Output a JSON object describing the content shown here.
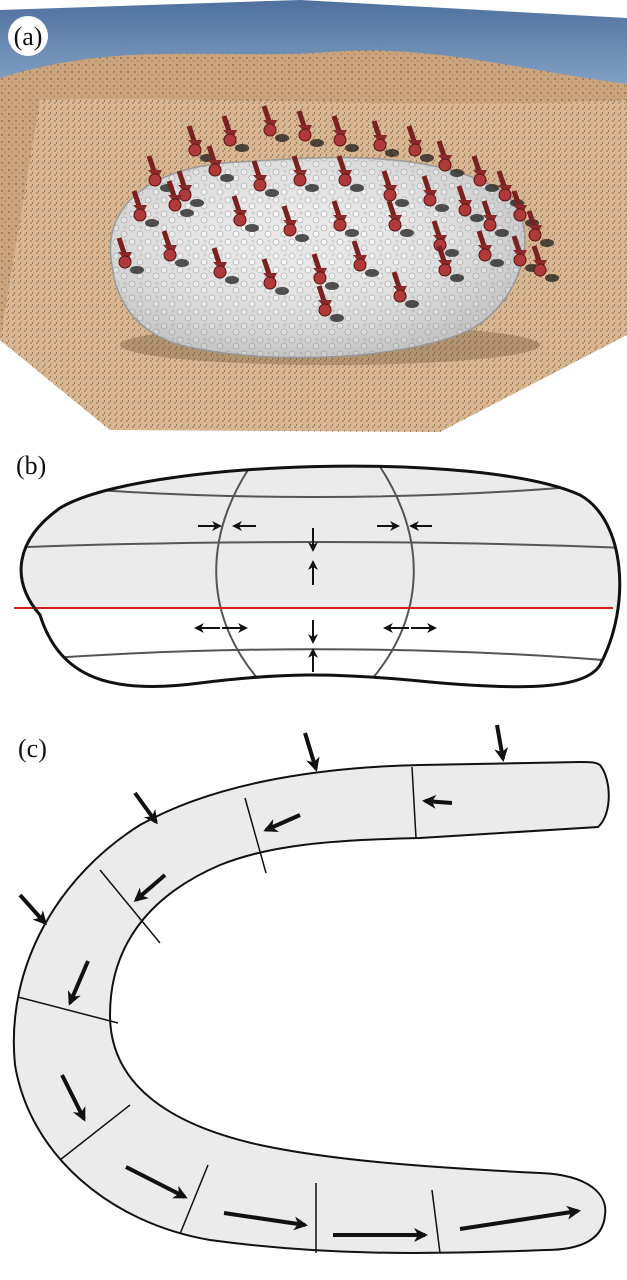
{
  "panels": [
    {
      "id": "a",
      "label": "(a)"
    },
    {
      "id": "b",
      "label": "(b)"
    },
    {
      "id": "c",
      "label": "(c)"
    }
  ],
  "colors": {
    "sky": "#6f8fb6",
    "sand": "#d6b48e",
    "sand_dark": "#b99570",
    "body_white": "#ececec",
    "arrow_red": "#8a2a2a",
    "midline_red": "#d02020",
    "cell_fill": "#ececec",
    "outline": "#111111"
  }
}
